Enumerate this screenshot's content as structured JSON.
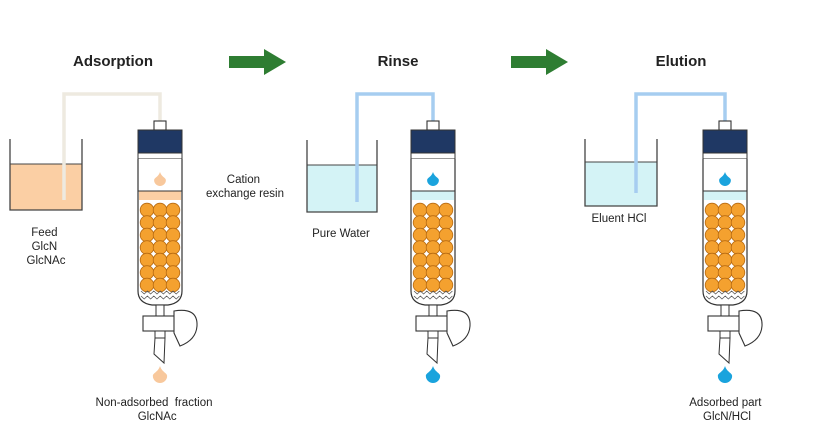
{
  "colors": {
    "feed_liquid": "#fbcfa4",
    "water_liquid": "#d4f3f6",
    "feed_tube": "#eeeae0",
    "water_tube": "#a6cdf0",
    "column_cap": "#1f3864",
    "arrow": "#2e7d32",
    "resin_bead": "#f4a12f",
    "feed_drop": "#f8c89c",
    "water_drop": "#1aa3dd"
  },
  "stages": [
    {
      "title": "Adsorption",
      "beaker_label_lines": [
        "Feed",
        "GlcN",
        "GlcNAc"
      ],
      "output_label_lines": [
        "Non-adsorbed  fraction",
        "GlcNAc"
      ],
      "liquid": "feed"
    },
    {
      "title": "Rinse",
      "beaker_label_lines": [
        "Pure Water"
      ],
      "output_label_lines": [],
      "liquid": "water"
    },
    {
      "title": "Elution",
      "beaker_label_lines": [
        "Eluent HCl"
      ],
      "output_label_lines": [
        "Adsorbed part",
        "GlcN/HCl"
      ],
      "liquid": "water"
    }
  ],
  "resin_label_lines": [
    "Cation",
    "exchange resin"
  ],
  "icons": [
    "arrow-right-icon",
    "beaker-icon",
    "column-icon",
    "droplet-icon",
    "valve-icon"
  ]
}
